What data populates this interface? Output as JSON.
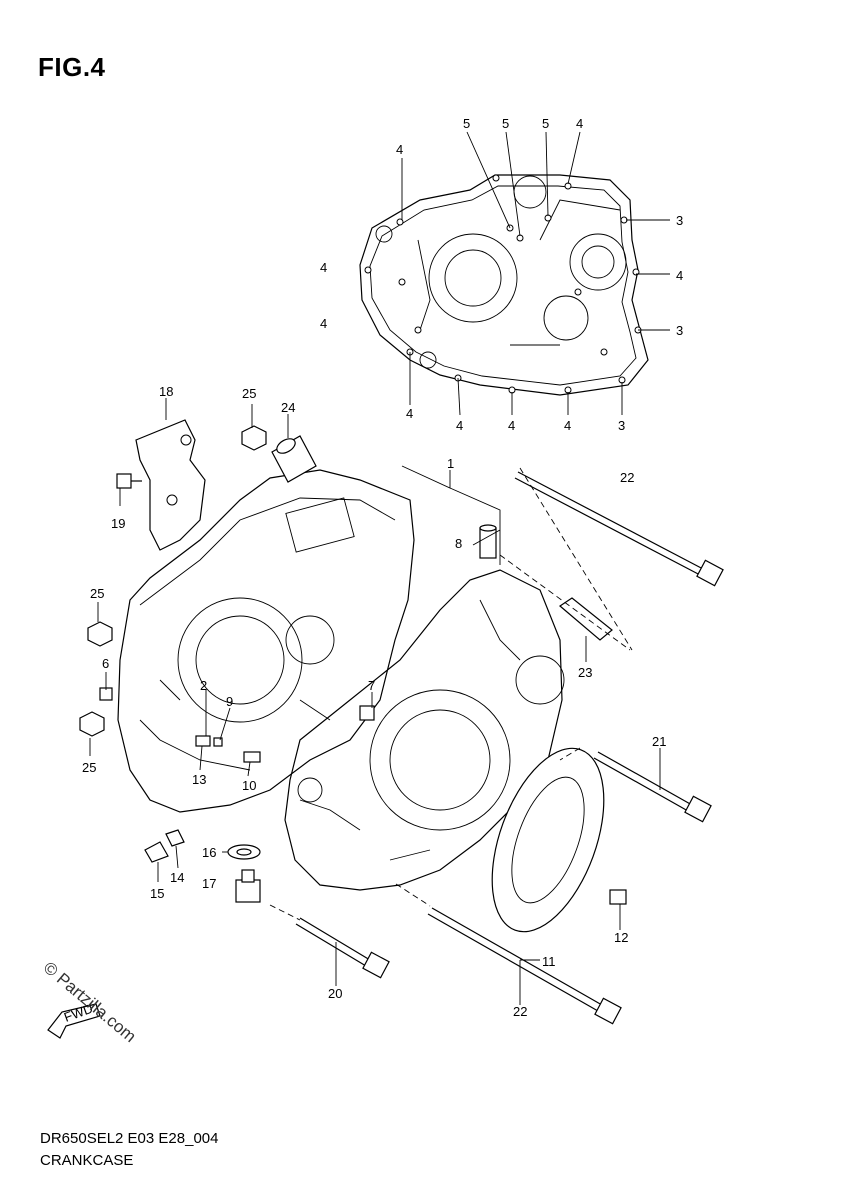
{
  "figure_title": "FIG.4",
  "footer": {
    "code": "DR650SEL2 E03 E28_004",
    "name": "CRANKCASE"
  },
  "watermark": "© Partzilla.com",
  "fwd_label": "FWD",
  "labels": {
    "l1": "1",
    "l2": "2",
    "l3a": "3",
    "l3b": "3",
    "l3c": "3",
    "l4a": "4",
    "l4b": "4",
    "l4c": "4",
    "l4d": "4",
    "l4e": "4",
    "l4f": "4",
    "l4g": "4",
    "l4h": "4",
    "l4i": "4",
    "l5a": "5",
    "l5b": "5",
    "l5c": "5",
    "l6": "6",
    "l7": "7",
    "l8": "8",
    "l9": "9",
    "l10": "10",
    "l11": "11",
    "l12": "12",
    "l13": "13",
    "l14": "14",
    "l15": "15",
    "l16": "16",
    "l17": "17",
    "l18": "18",
    "l19": "19",
    "l20": "20",
    "l21": "21",
    "l22a": "22",
    "l22b": "22",
    "l23": "23",
    "l24": "24",
    "l25a": "25",
    "l25b": "25",
    "l25c": "25"
  }
}
